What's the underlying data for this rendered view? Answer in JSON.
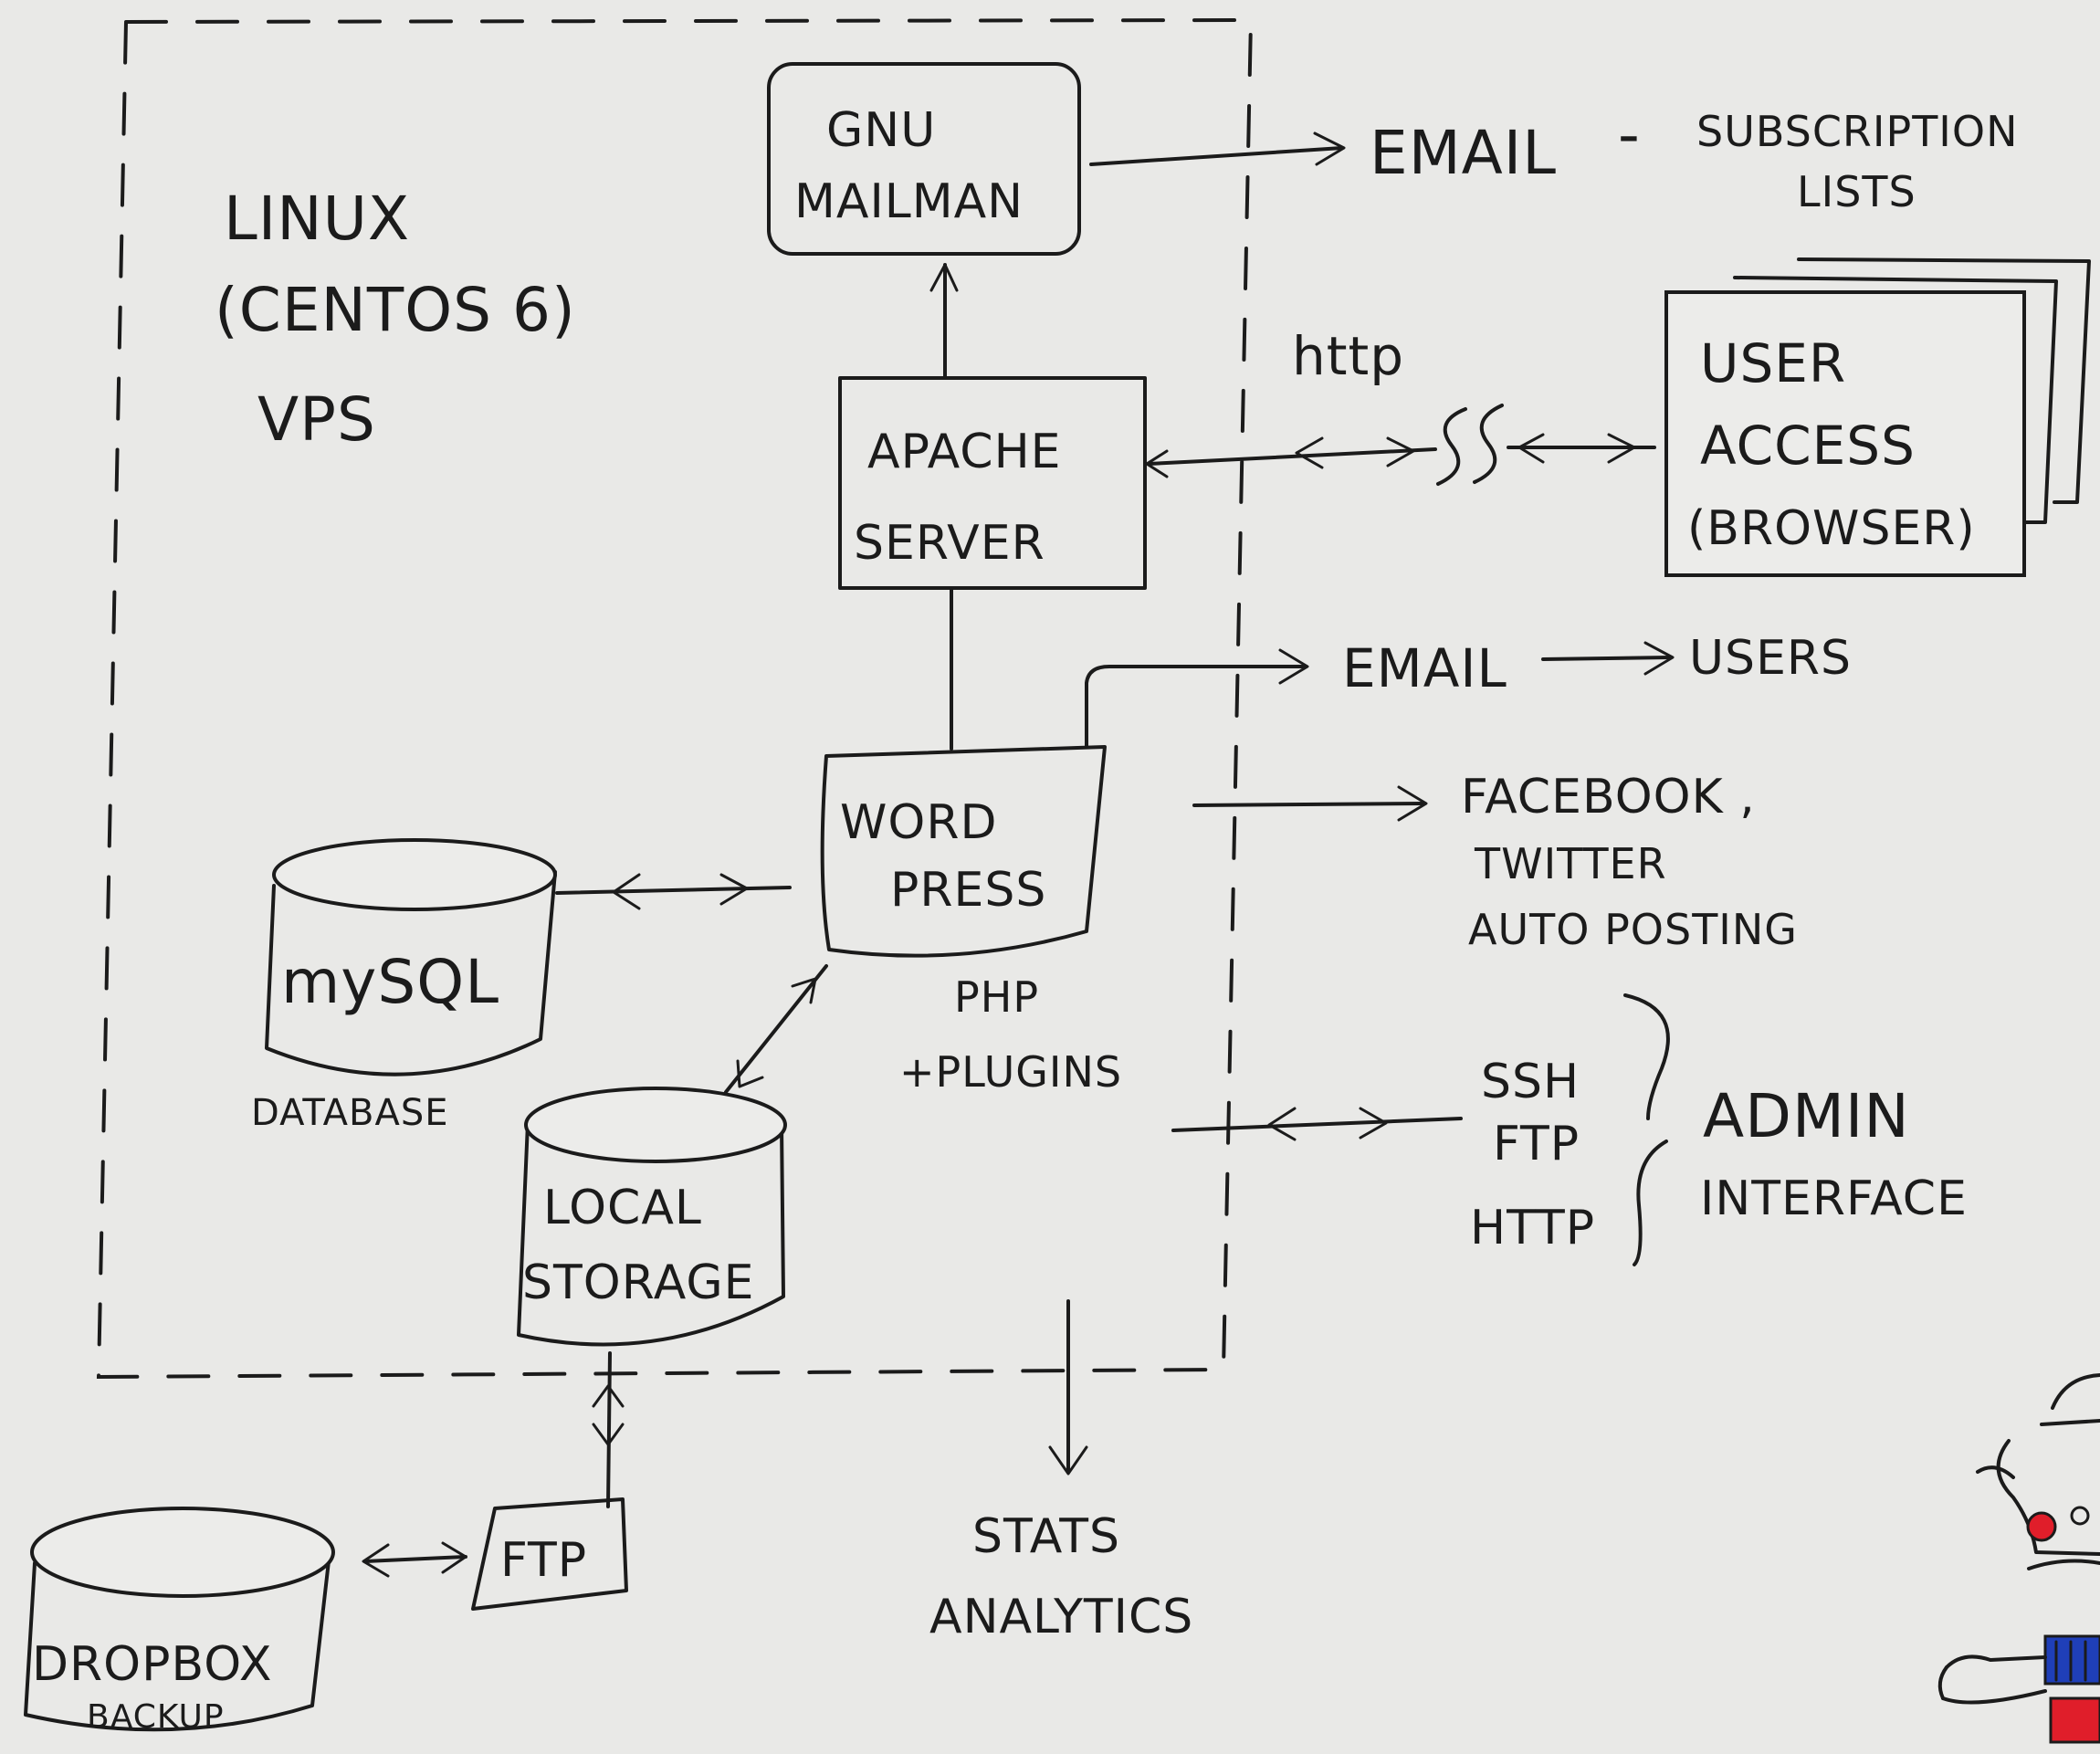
{
  "diagram": {
    "platform": {
      "os_line1": "LINUX",
      "os_line2": "(CENTOS 6)",
      "hosting": "VPS"
    },
    "nodes": {
      "mailman": {
        "line1": "GNU",
        "line2": "MAILMAN"
      },
      "apache": {
        "line1": "APACHE",
        "line2": "SERVER"
      },
      "wordpress": {
        "line1": "WORD",
        "line2": "PRESS",
        "note1": "PHP",
        "note2": "+PLUGINS"
      },
      "mysql": {
        "label": "mySQL",
        "caption": "DATABASE"
      },
      "local_storage": {
        "line1": "LOCAL",
        "line2": "STORAGE"
      },
      "ftp_box": {
        "label": "FTP"
      },
      "dropbox": {
        "line1": "DROPBOX",
        "line2": "BACKUP"
      },
      "user_access": {
        "line1": "USER",
        "line2": "ACCESS",
        "line3": "(BROWSER)"
      }
    },
    "external": {
      "email_lists": {
        "label": "EMAIL",
        "dash": "-",
        "note1": "SUBSCRIPTION",
        "note2": "LISTS"
      },
      "http_link": {
        "label": "http"
      },
      "email_users": {
        "label": "EMAIL",
        "target": "USERS"
      },
      "social": {
        "line1": "FACEBOOK ,",
        "line2": "TWITTER",
        "line3": "AUTO POSTING"
      },
      "admin": {
        "proto1": "SSH",
        "proto2": "FTP",
        "proto3": "HTTP",
        "label1": "ADMIN",
        "label2": "INTERFACE"
      },
      "stats": {
        "line1": "STATS",
        "line2": "ANALYTICS"
      }
    },
    "colors": {
      "ink": "#1b1b1b",
      "paper": "#e9e9e7",
      "mascot_blue": "#1f3fb8",
      "mascot_red": "#e01e2a"
    }
  }
}
